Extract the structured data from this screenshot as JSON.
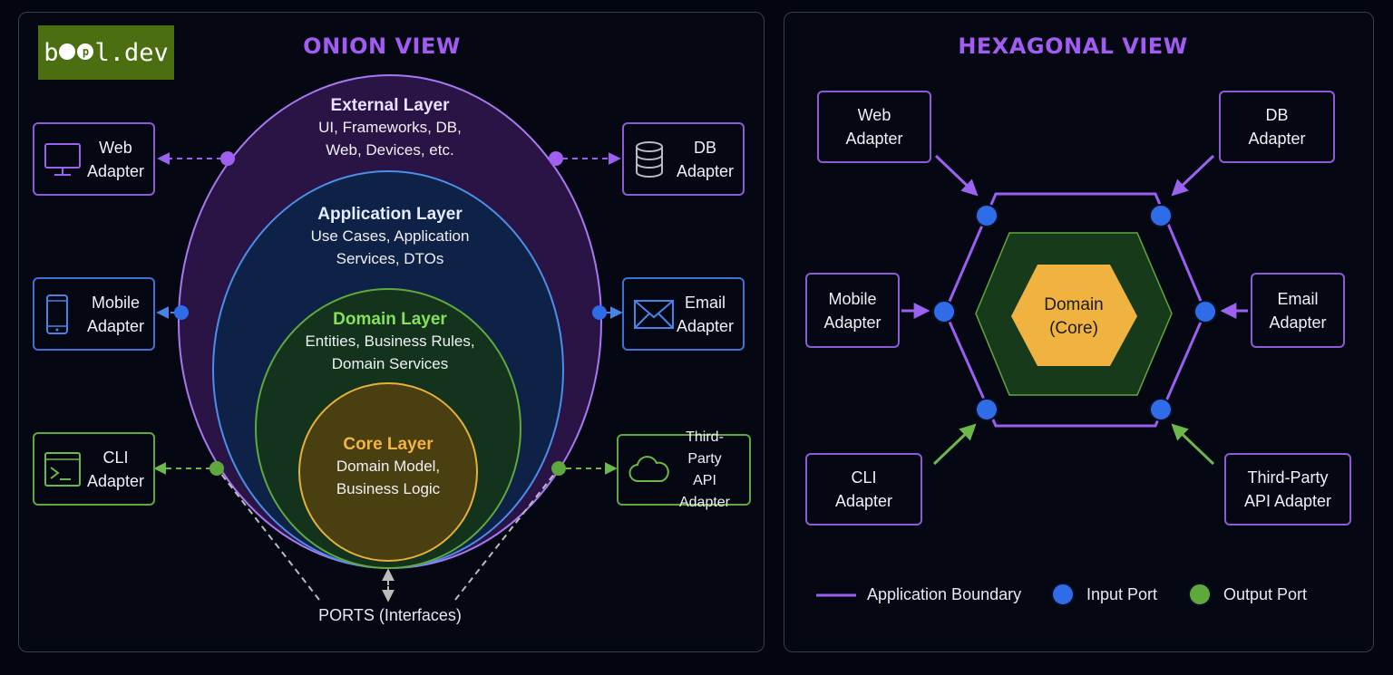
{
  "logo": {
    "text_b": "b",
    "text_rest": "l.dev",
    "p_letter": "p"
  },
  "onion": {
    "title": "ONION VIEW",
    "layers": {
      "external": {
        "title": "External Layer",
        "line1": "UI, Frameworks, DB,",
        "line2": "Web, Devices, etc."
      },
      "application": {
        "title": "Application Layer",
        "line1": "Use Cases, Application",
        "line2": "Services, DTOs"
      },
      "domain": {
        "title": "Domain Layer",
        "line1": "Entities, Business Rules,",
        "line2": "Domain Services"
      },
      "core": {
        "title": "Core Layer",
        "line1": "Domain Model,",
        "line2": "Business Logic"
      }
    },
    "adapters": {
      "web": {
        "line1": "Web",
        "line2": "Adapter"
      },
      "db": {
        "line1": "DB",
        "line2": "Adapter"
      },
      "mobile": {
        "line1": "Mobile",
        "line2": "Adapter"
      },
      "email": {
        "line1": "Email",
        "line2": "Adapter"
      },
      "cli": {
        "line1": "CLI",
        "line2": "Adapter"
      },
      "third_party": {
        "line1": "Third-Party",
        "line2": "API Adapter"
      }
    },
    "ports_label": "PORTS (Interfaces)"
  },
  "hexagonal": {
    "title": "HEXAGONAL VIEW",
    "core": {
      "line1": "Domain",
      "line2": "(Core)"
    },
    "adapters": {
      "web": {
        "line1": "Web",
        "line2": "Adapter"
      },
      "db": {
        "line1": "DB",
        "line2": "Adapter"
      },
      "mobile": {
        "line1": "Mobile",
        "line2": "Adapter"
      },
      "email": {
        "line1": "Email",
        "line2": "Adapter"
      },
      "cli": {
        "line1": "CLI",
        "line2": "Adapter"
      },
      "third_party": {
        "line1": "Third-Party",
        "line2": "API Adapter"
      }
    },
    "legend": {
      "boundary": "Application Boundary",
      "input_port": "Input Port",
      "output_port": "Output Port"
    }
  },
  "colors": {
    "title_purple": "#a35cf2",
    "external_layer": "#b58cf5",
    "application_layer": "#5ea0ff",
    "domain_layer": "#7fd65a",
    "core_layer": "#f0b340",
    "input_port": "#2f6ce8",
    "output_port": "#5ea83e",
    "boundary": "#9a5ff0"
  }
}
